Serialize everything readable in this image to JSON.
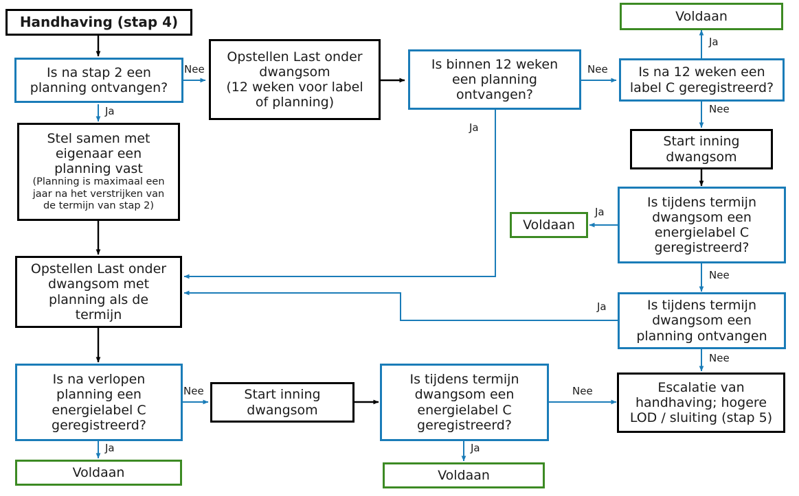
{
  "diagram": {
    "title": "Handhaving (stap 4)",
    "colors": {
      "blue": "#1a7cb8",
      "green": "#3c8a23",
      "black": "#000000",
      "arrow_blue": "#1a7cb8",
      "arrow_black": "#000000",
      "background": "#ffffff"
    }
  },
  "nodes": {
    "title": {
      "label": "Handhaving (stap 4)"
    },
    "q_na_stap2": {
      "line1": "Is na stap 2 een",
      "line2": "planning ontvangen?"
    },
    "p_opstellen_lod": {
      "line1": "Opstellen Last onder",
      "line2": "dwangsom",
      "line3": "(12 weken voor label",
      "line4": "of planning)"
    },
    "q_binnen_12_weken": {
      "line1": "Is binnen 12 weken",
      "line2": "een planning",
      "line3": "ontvangen?"
    },
    "q_na_12_weken_label_c": {
      "line1": "Is na 12 weken een",
      "line2": "label C geregistreerd?"
    },
    "voldaan_top_right": {
      "label": "Voldaan"
    },
    "p_start_inning_right": {
      "line1": "Start inning",
      "line2": "dwangsom"
    },
    "q_tijdens_termijn_label_right": {
      "line1": "Is tijdens termijn",
      "line2": "dwangsom een",
      "line3": "energielabel C",
      "line4": "geregistreerd?"
    },
    "voldaan_mid_right": {
      "label": "Voldaan"
    },
    "q_tijdens_termijn_planning": {
      "line1": "Is tijdens termijn",
      "line2": "dwangsom een",
      "line3": "planning ontvangen"
    },
    "p_escalatie": {
      "line1": "Escalatie van",
      "line2": "handhaving; hogere",
      "line3": "LOD / sluiting (stap 5)"
    },
    "p_stel_samen": {
      "line1": "Stel samen met",
      "line2": "eigenaar een",
      "line3": "planning vast",
      "sub1": "(Planning is maximaal een",
      "sub2": "jaar na het verstrijken van",
      "sub3": "de termijn van stap 2)"
    },
    "p_opstellen_lod_planning": {
      "line1": "Opstellen Last onder",
      "line2": "dwangsom met",
      "line3": "planning als de",
      "line4": "termijn"
    },
    "q_na_verlopen_planning": {
      "line1": "Is na verlopen",
      "line2": "planning een",
      "line3": "energielabel C",
      "line4": "geregistreerd?"
    },
    "voldaan_bottom_left": {
      "label": "Voldaan"
    },
    "p_start_inning_bottom": {
      "line1": "Start inning",
      "line2": "dwangsom"
    },
    "q_tijdens_termijn_label_bottom": {
      "line1": "Is tijdens termijn",
      "line2": "dwangsom een",
      "line3": "energielabel C",
      "line4": "geregistreerd?"
    },
    "voldaan_bottom_mid": {
      "label": "Voldaan"
    }
  },
  "edge_labels": {
    "nee_stap2_to_lod": "Nee",
    "ja_stap2_to_stel_samen": "Ja",
    "nee_binnen12_to_na12": "Nee",
    "ja_binnen12_to_lod_planning": "Ja",
    "ja_na12_to_voldaan": "Ja",
    "nee_na12_to_start_inning": "Nee",
    "ja_label_right_to_voldaan": "Ja",
    "nee_label_right_to_planning_q": "Nee",
    "ja_planning_q_to_lod_planning": "Ja",
    "nee_planning_q_to_escalatie": "Nee",
    "nee_verlopen_to_start_inning": "Nee",
    "ja_verlopen_to_voldaan": "Ja",
    "nee_label_bottom_to_escalatie": "Nee",
    "ja_label_bottom_to_voldaan": "Ja"
  }
}
